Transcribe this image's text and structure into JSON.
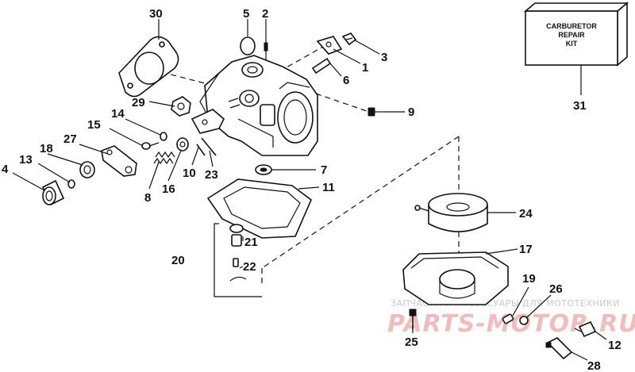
{
  "callouts": {
    "c1": "1",
    "c2": "2",
    "c3": "3",
    "c4": "4",
    "c5": "5",
    "c6": "6",
    "c7": "7",
    "c8": "8",
    "c9": "9",
    "c10": "10",
    "c11": "11",
    "c12": "12",
    "c13": "13",
    "c14": "14",
    "c15": "15",
    "c16": "16",
    "c17": "17",
    "c18": "18",
    "c19": "19",
    "c20": "20",
    "c21": "21",
    "c22": "22",
    "c23": "23",
    "c24": "24",
    "c25": "25",
    "c26": "26",
    "c27": "27",
    "c28": "28",
    "c29": "29",
    "c30": "30",
    "c31": "31"
  },
  "kit_box": {
    "line1": "CARBURETOR",
    "line2": "REPAIR",
    "line3": "KIT"
  },
  "watermark": {
    "tagline": "ЗАПЧАСТИ И АКСЕССУАРЫ ДЛЯ МОТОТЕХНИКИ",
    "brand": "PARTS-MOTOR.RU"
  },
  "colors": {
    "ink": "#111111",
    "watermark_text": "#c9c9c9",
    "watermark_brand": "#f2bcbc"
  }
}
